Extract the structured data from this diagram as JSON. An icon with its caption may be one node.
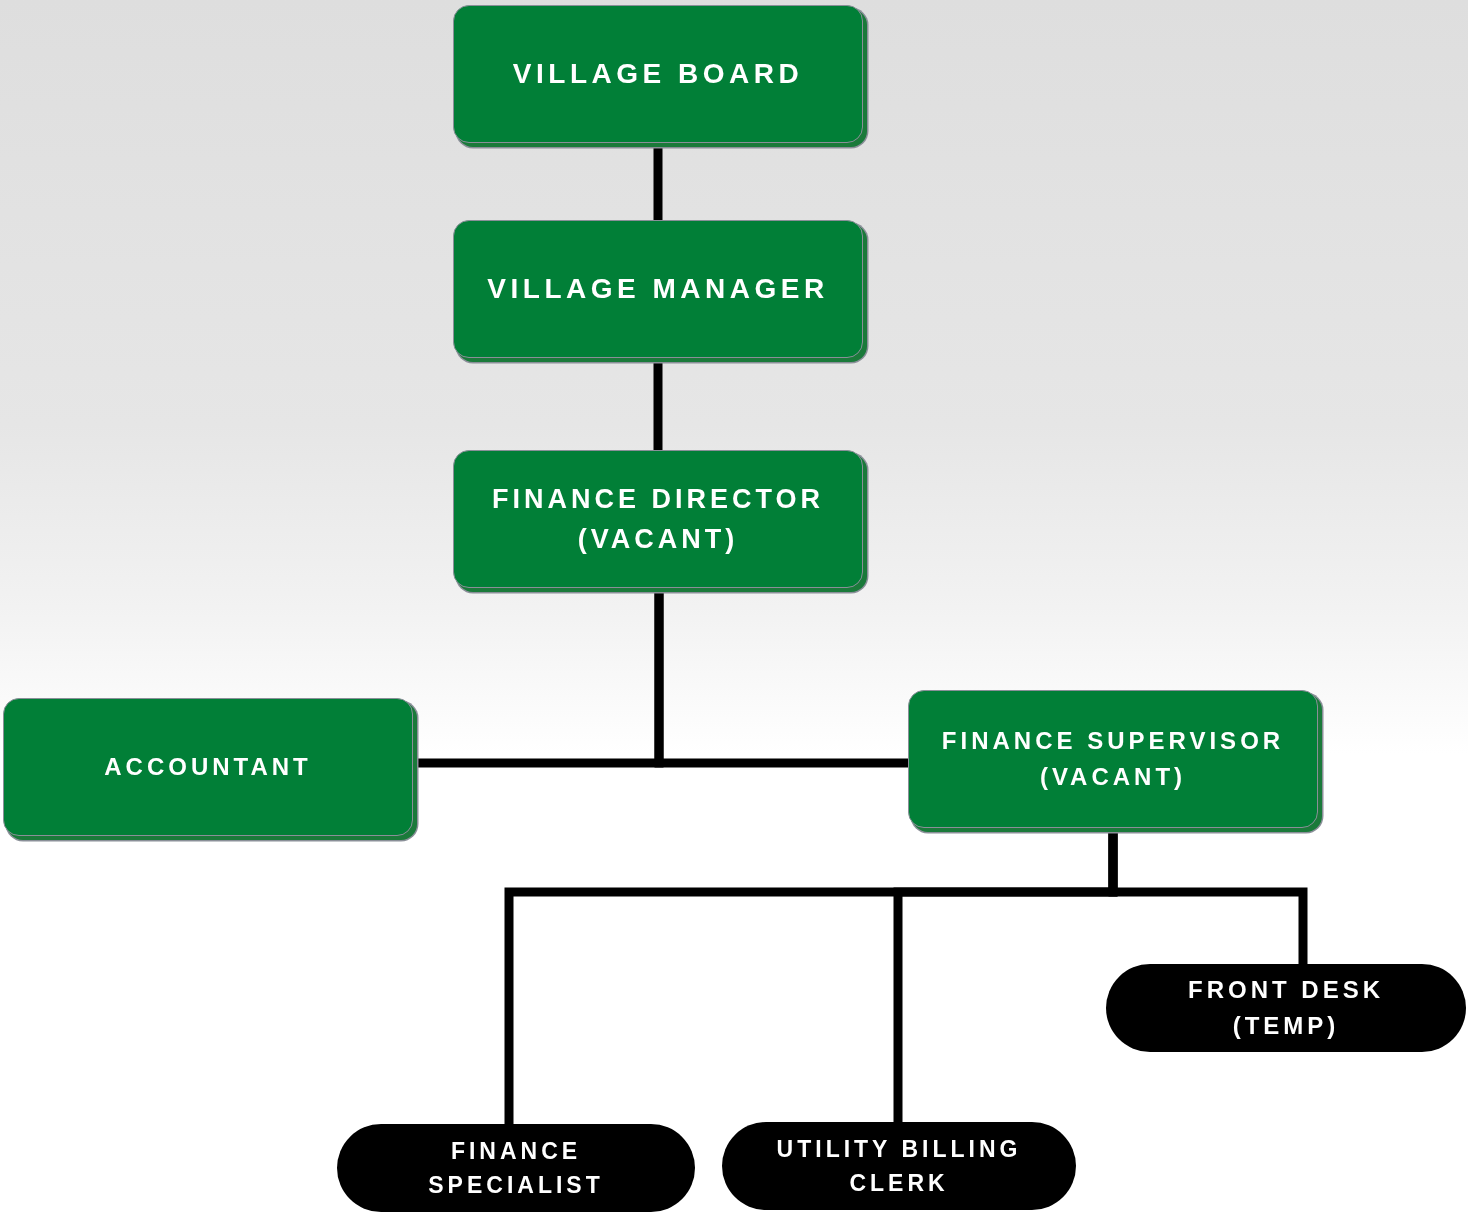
{
  "diagram": {
    "nodes": [
      {
        "text": [
          "VILLAGE BOARD"
        ]
      },
      {
        "text": [
          "VILLAGE MANAGER"
        ]
      },
      {
        "text": [
          "FINANCE DIRECTOR (VACANT)"
        ]
      },
      {
        "text": [
          "ACCOUNTANT"
        ]
      },
      {
        "text": [
          "FINANCE SUPERVISOR (VACANT)"
        ]
      },
      {
        "text": [
          "FRONT DESK (TEMP)"
        ]
      },
      {
        "text": [
          "FINANCE SPECIALIST"
        ]
      },
      {
        "text": [
          "UTILITY BILLING CLERK"
        ]
      }
    ],
    "edges": [
      {
        "from": 0,
        "to": 1,
        "arrow": "none"
      },
      {
        "from": 1,
        "to": 2,
        "arrow": "none"
      },
      {
        "from": 2,
        "to": 3,
        "arrow": "none"
      },
      {
        "from": 2,
        "to": 4,
        "arrow": "none"
      },
      {
        "from": 4,
        "to": 5,
        "arrow": "none"
      },
      {
        "from": 4,
        "to": 6,
        "arrow": "none"
      },
      {
        "from": 4,
        "to": 7,
        "arrow": "none"
      }
    ]
  }
}
